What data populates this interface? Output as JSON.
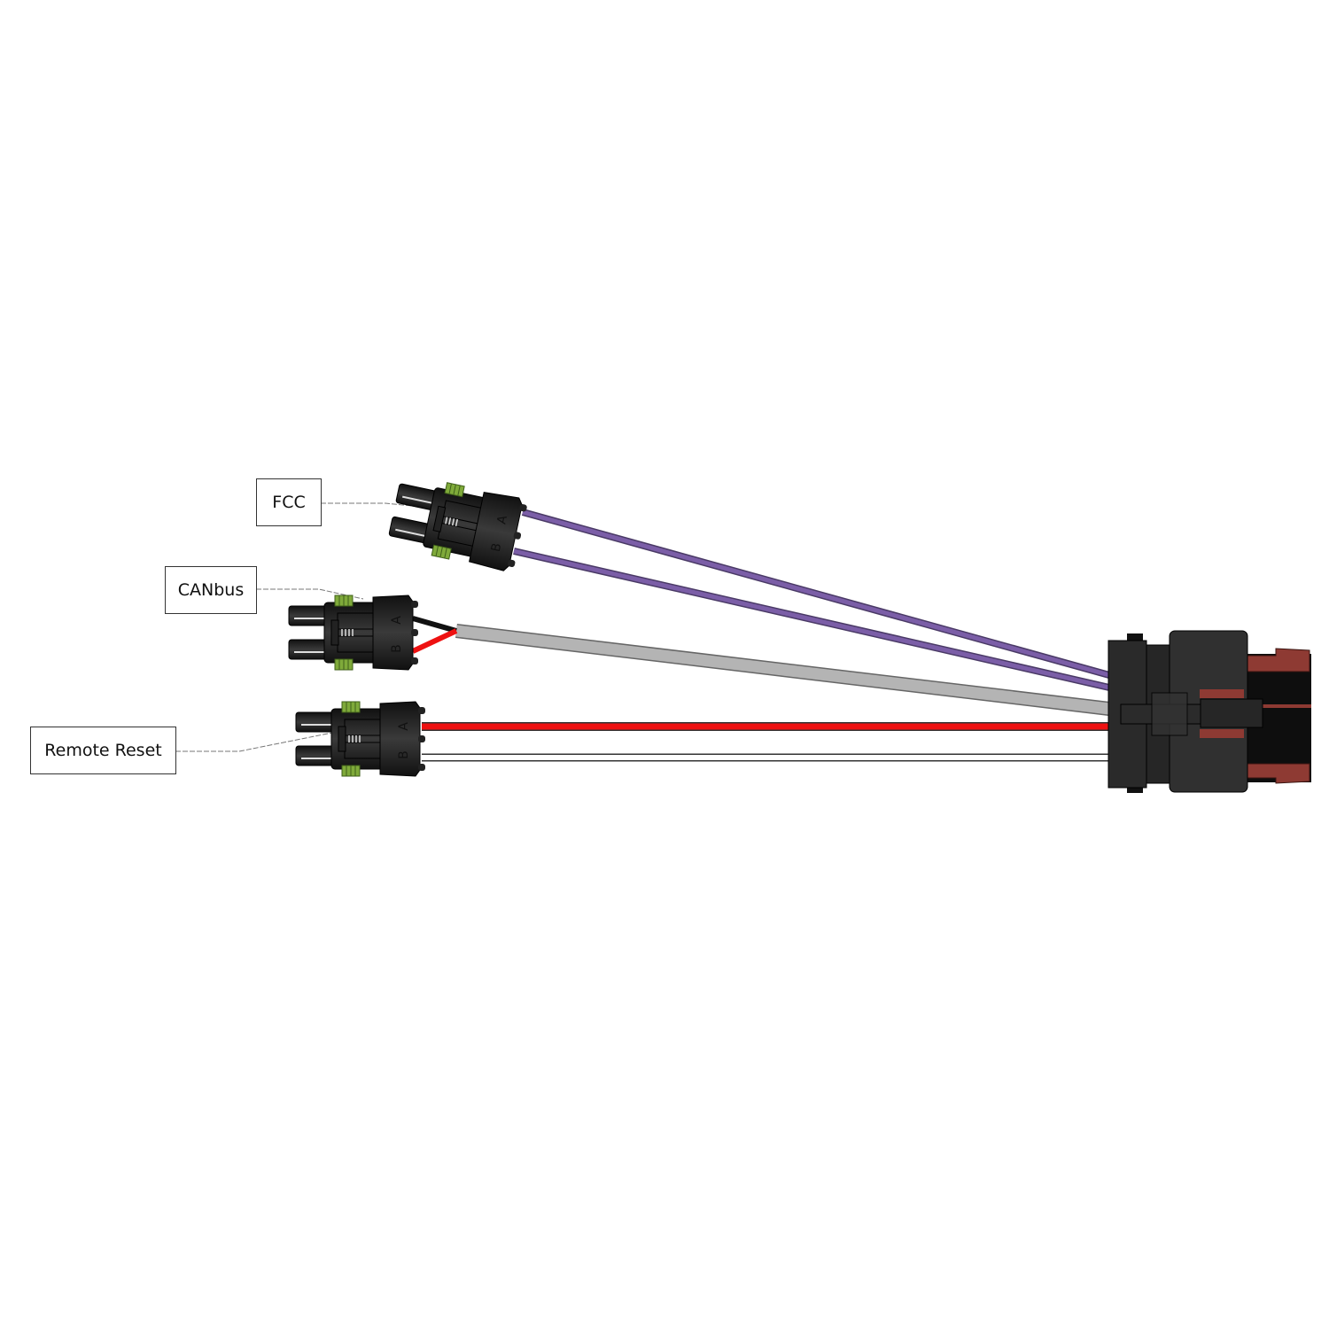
{
  "labels": {
    "fcc": "FCC",
    "canbus": "CANbus",
    "remote_reset": "Remote Reset"
  },
  "pins": {
    "a": "A",
    "b": "B"
  },
  "colors": {
    "purple_wire": "#7b5ea7",
    "grey_jacket": "#b4b4b4",
    "red_wire": "#ee1111",
    "black_wire": "#111111",
    "white_wire": "#ffffff",
    "connector_body": "#1e1e1e",
    "seal_green": "#7faa3a",
    "main_connector_red": "#8e3a33"
  }
}
